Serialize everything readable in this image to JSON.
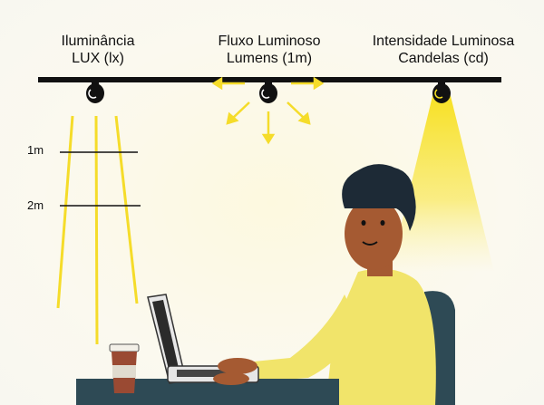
{
  "labels": [
    {
      "title": "Iluminância",
      "unit": "LUX (lx)"
    },
    {
      "title": "Fluxo Luminoso",
      "unit": "Lumens (1m)"
    },
    {
      "title": "Intensidade Luminosa",
      "unit": "Candelas (cd)"
    }
  ],
  "distances": [
    "1m",
    "2m"
  ],
  "colors": {
    "light": "#f7e23a",
    "bar": "#111111",
    "desk": "#2e4a55",
    "shirt": "#f1e46a",
    "skin": "#a55a32",
    "hair": "#1d2a36"
  }
}
